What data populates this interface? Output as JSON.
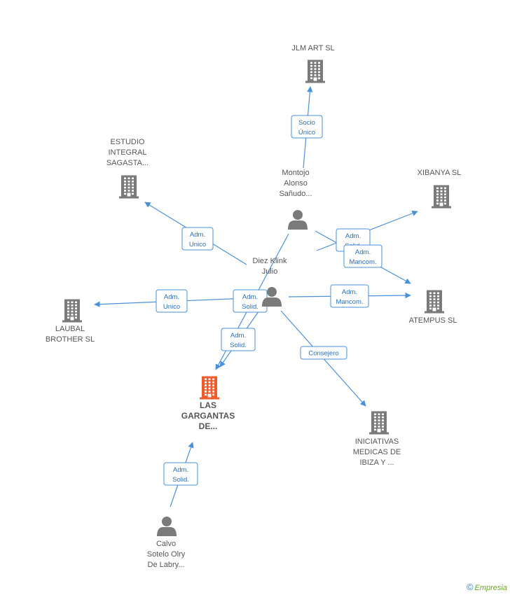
{
  "colors": {
    "edge": "#4a90d9",
    "company": "#7a7a7a",
    "main_company": "#ef5b2a",
    "person": "#7a7a7a"
  },
  "nodes": [
    {
      "id": "jlm",
      "type": "company",
      "icon": "building-icon",
      "lines": [
        "JLM ART SL"
      ]
    },
    {
      "id": "estudio",
      "type": "company",
      "icon": "building-icon",
      "lines": [
        "ESTUDIO",
        "INTEGRAL",
        "SAGASTA..."
      ]
    },
    {
      "id": "xibanya",
      "type": "company",
      "icon": "building-icon",
      "lines": [
        "XIBANYA SL"
      ]
    },
    {
      "id": "montojo",
      "type": "person",
      "icon": "person-icon",
      "lines": [
        "Montojo",
        "Alonso",
        "Sañudo..."
      ]
    },
    {
      "id": "diez",
      "type": "person",
      "icon": "person-icon",
      "lines": [
        "Diez Klink",
        "Julio"
      ]
    },
    {
      "id": "laubal",
      "type": "company",
      "icon": "building-icon",
      "lines": [
        "LAUBAL",
        "BROTHER SL"
      ]
    },
    {
      "id": "atempus",
      "type": "company",
      "icon": "building-icon",
      "lines": [
        "ATEMPUS SL"
      ]
    },
    {
      "id": "gargantas",
      "type": "main_company",
      "icon": "building-icon",
      "lines": [
        "LAS",
        "GARGANTAS",
        "DE..."
      ]
    },
    {
      "id": "iniciativas",
      "type": "company",
      "icon": "building-icon",
      "lines": [
        "INICIATIVAS",
        "MEDICAS DE",
        "IBIZA Y ..."
      ]
    },
    {
      "id": "calvo",
      "type": "person",
      "icon": "person-icon",
      "lines": [
        "Calvo",
        "Sotelo Olry",
        "De Labry..."
      ]
    }
  ],
  "edges": [
    {
      "from": "montojo",
      "to": "jlm",
      "label": [
        "Socio",
        "Único"
      ]
    },
    {
      "from": "diez",
      "to": "estudio",
      "label": [
        "Adm.",
        "Unico"
      ]
    },
    {
      "from": "montojo",
      "to": "xibanya",
      "label": [
        "Adm.",
        "Solid."
      ]
    },
    {
      "from": "montojo",
      "to": "atempus",
      "label": [
        "Adm.",
        "Mancom."
      ]
    },
    {
      "from": "diez",
      "to": "laubal",
      "label": [
        "Adm.",
        "Unico"
      ]
    },
    {
      "from": "diez",
      "to": "atempus",
      "label": [
        "Adm.",
        "Mancom."
      ]
    },
    {
      "from": "montojo",
      "to": "gargantas",
      "label": [
        "Adm.",
        "Solid."
      ]
    },
    {
      "from": "diez",
      "to": "gargantas",
      "label": [
        "Adm.",
        "Solid."
      ]
    },
    {
      "from": "diez",
      "to": "iniciativas",
      "label": [
        "Consejero"
      ]
    },
    {
      "from": "calvo",
      "to": "gargantas",
      "label": [
        "Adm.",
        "Solid."
      ]
    }
  ],
  "watermark": {
    "symbol": "©",
    "brand": "Empresia"
  }
}
